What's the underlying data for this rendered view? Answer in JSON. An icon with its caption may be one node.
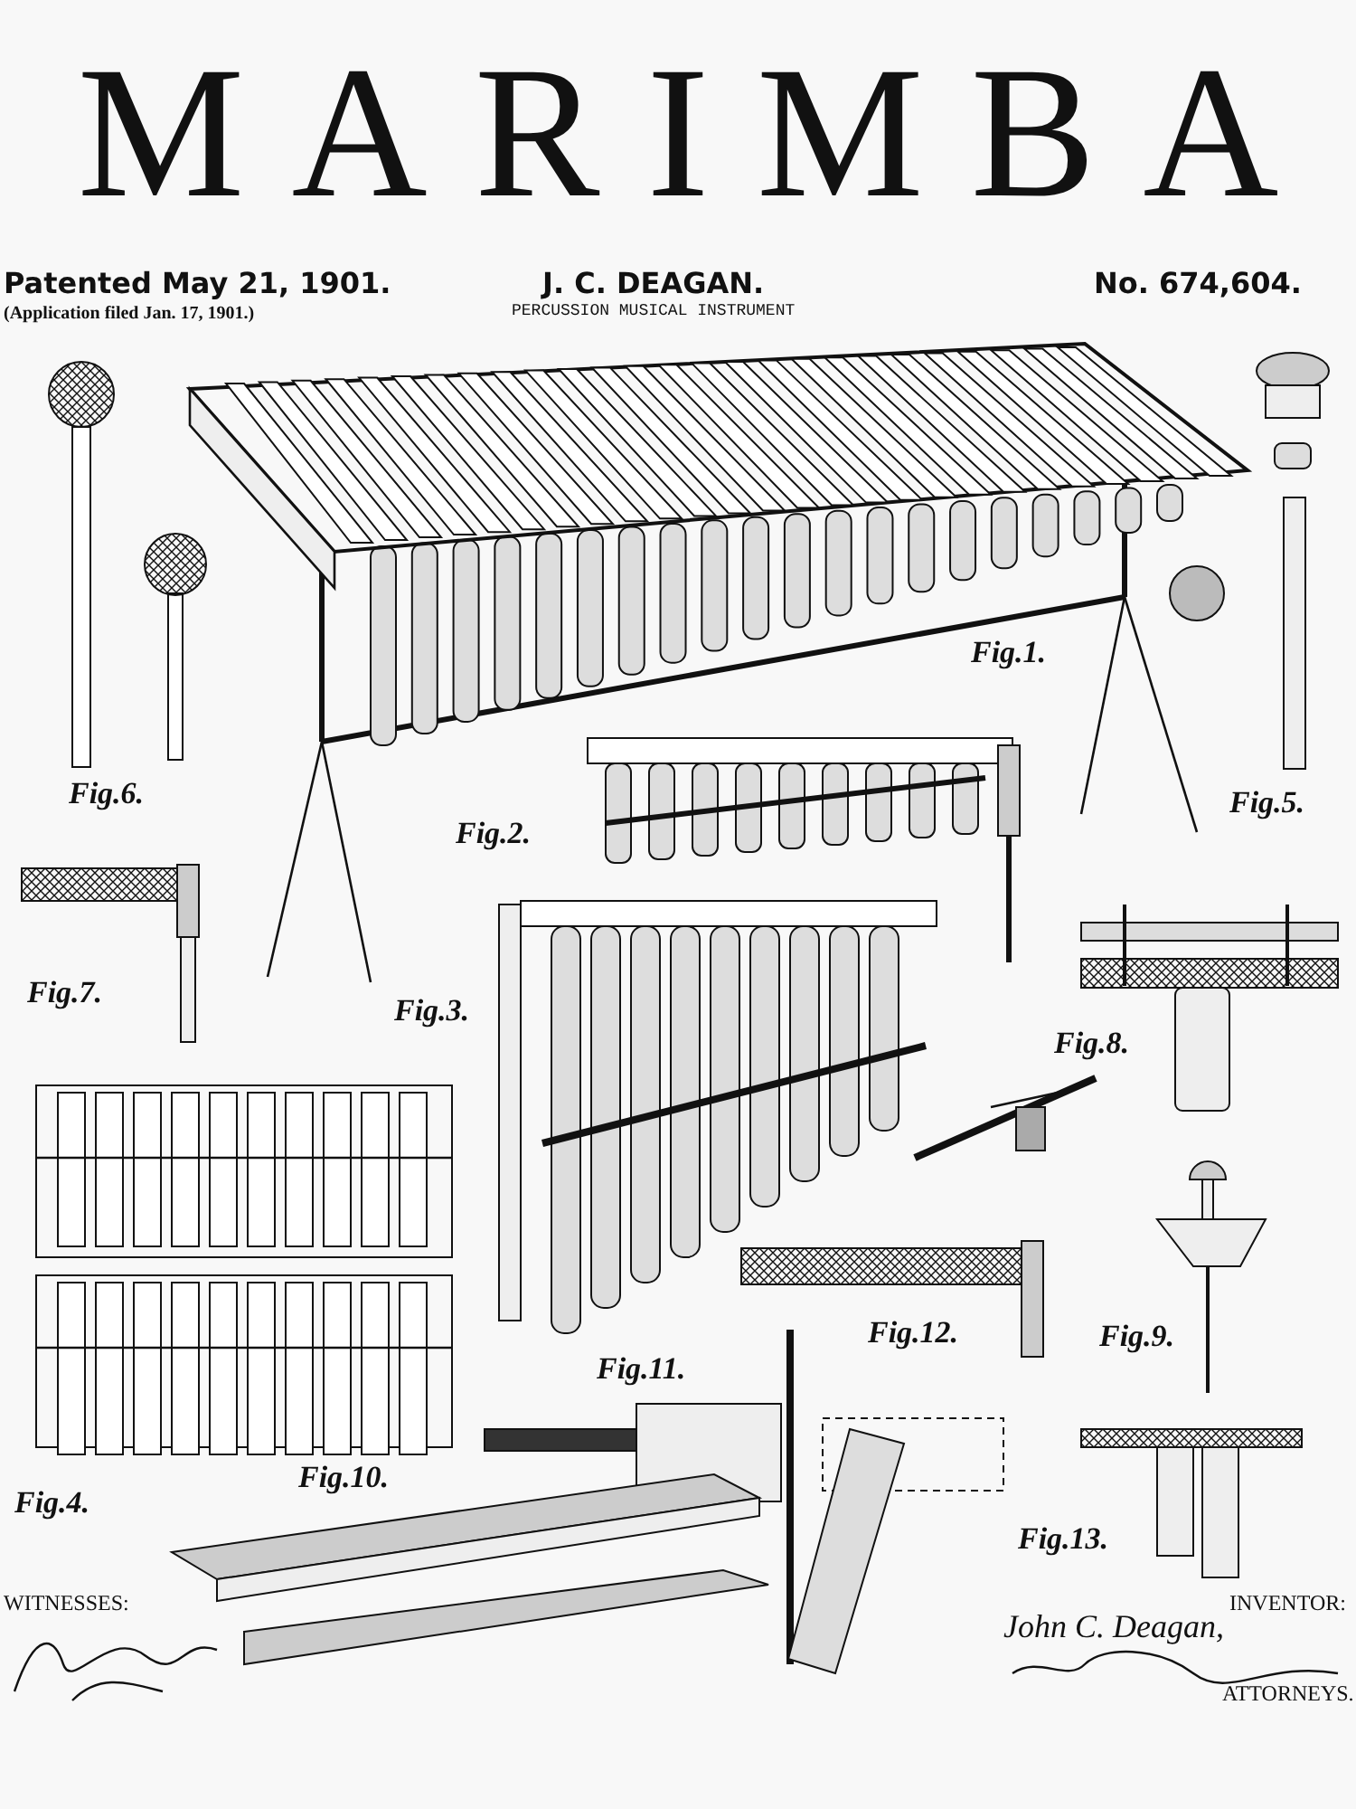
{
  "diagram": {
    "title": "MARIMBA",
    "labels": [
      "Patented May 21, 1901.",
      "(Application filed Jan. 17, 1901.)",
      "J. C. DEAGAN.",
      "PERCUSSION MUSICAL INSTRUMENT",
      "No. 674,604.",
      "Fig.1.",
      "Fig.6.",
      "Fig.5.",
      "Fig.2.",
      "Fig.7.",
      "Fig.3.",
      "Fig.8.",
      "Fig.12.",
      "Fig.9.",
      "Fig.11.",
      "Fig.4.",
      "Fig.10.",
      "Fig.13.",
      "WITNESSES:",
      "INVENTOR:",
      "John C. Deagan,",
      "ATTORNEYS."
    ]
  }
}
